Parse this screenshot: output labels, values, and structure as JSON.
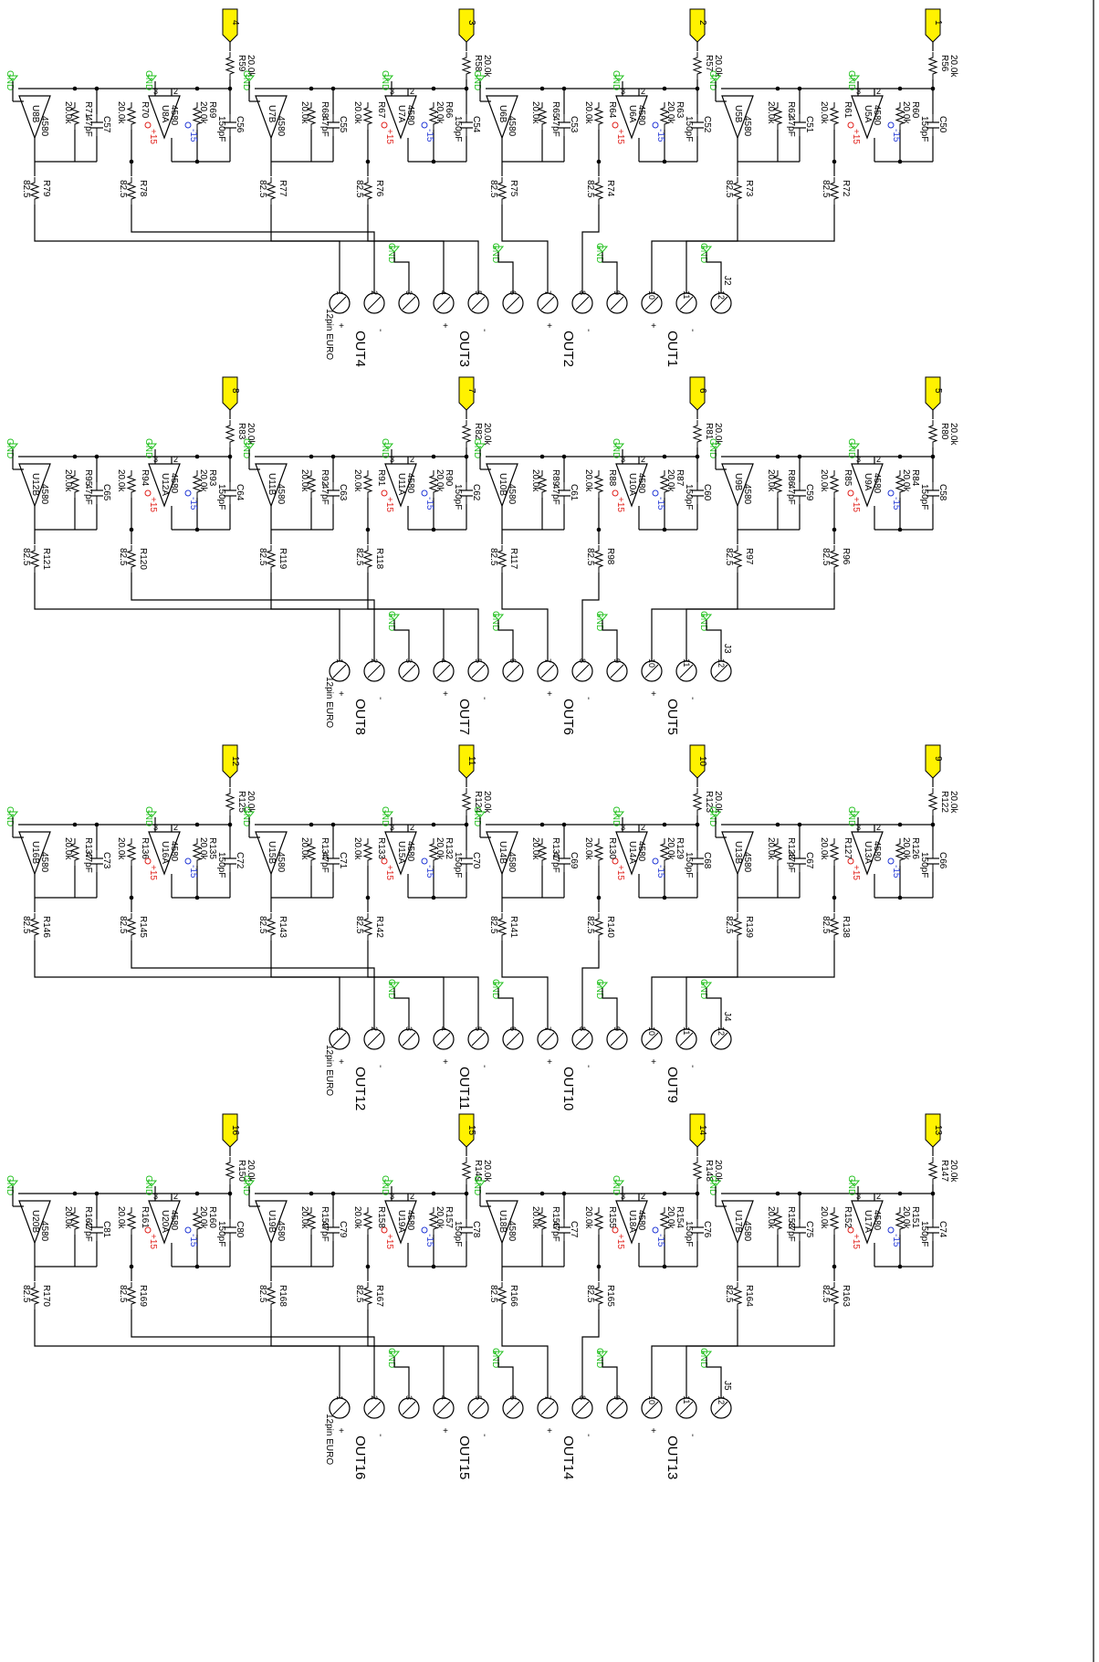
{
  "ground_label": "GND",
  "opamp_part": "4580",
  "supply_pos": "+15",
  "supply_neg": "-15",
  "cap_input": "150pF",
  "cap_feedback": "47pF",
  "res_input": "20.0k",
  "res_output": "82.5",
  "connector_type": "12pin EURO",
  "polarity_plus": "+",
  "polarity_minus": "-",
  "colors": {
    "flag": "#fff200",
    "ground": "#22c01e",
    "positive": "#e0201b",
    "negative": "#2036d6"
  },
  "pin_numbers": [
    "1",
    "2",
    "3",
    "4",
    "5",
    "6",
    "7",
    "8",
    "9",
    "10",
    "11",
    "12"
  ],
  "groups": [
    {
      "connector": "J2",
      "outputs": [
        "OUT4",
        "OUT3",
        "OUT2",
        "OUT1"
      ],
      "channels": [
        {
          "flag": "4",
          "rin": "R59",
          "ra": "R69",
          "rb": "R70",
          "rc": "R71",
          "rd": "R78",
          "re": "R79",
          "cin": "C56",
          "cfb": "C57",
          "ua": "U8A",
          "ub": "U8B"
        },
        {
          "flag": "3",
          "rin": "R58",
          "ra": "R66",
          "rb": "R67",
          "rc": "R68",
          "rd": "R76",
          "re": "R77",
          "cin": "C54",
          "cfb": "C55",
          "ua": "U7A",
          "ub": "U7B"
        },
        {
          "flag": "2",
          "rin": "R57",
          "ra": "R63",
          "rb": "R64",
          "rc": "R65",
          "rd": "R74",
          "re": "R75",
          "cin": "C52",
          "cfb": "C53",
          "ua": "U6A",
          "ub": "U6B"
        },
        {
          "flag": "1",
          "rin": "R56",
          "ra": "R60",
          "rb": "R61",
          "rc": "R62",
          "rd": "R72",
          "re": "R73",
          "cin": "C50",
          "cfb": "C51",
          "ua": "U5A",
          "ub": "U5B"
        }
      ]
    },
    {
      "connector": "J3",
      "outputs": [
        "OUT8",
        "OUT7",
        "OUT6",
        "OUT5"
      ],
      "channels": [
        {
          "flag": "8",
          "rin": "R83",
          "ra": "R93",
          "rb": "R94",
          "rc": "R95",
          "rd": "R120",
          "re": "R121",
          "cin": "C64",
          "cfb": "C65",
          "ua": "U12A",
          "ub": "U12B"
        },
        {
          "flag": "7",
          "rin": "R82",
          "ra": "R90",
          "rb": "R91",
          "rc": "R92",
          "rd": "R118",
          "re": "R119",
          "cin": "C62",
          "cfb": "C63",
          "ua": "U11A",
          "ub": "U11B"
        },
        {
          "flag": "6",
          "rin": "R81",
          "ra": "R87",
          "rb": "R88",
          "rc": "R89",
          "rd": "R98",
          "re": "R117",
          "cin": "C60",
          "cfb": "C61",
          "ua": "U10A",
          "ub": "U10B"
        },
        {
          "flag": "5",
          "rin": "R80",
          "ra": "R84",
          "rb": "R85",
          "rc": "R86",
          "rd": "R96",
          "re": "R97",
          "cin": "C58",
          "cfb": "C59",
          "ua": "U9A",
          "ub": "U9B"
        }
      ]
    },
    {
      "connector": "J4",
      "outputs": [
        "OUT12",
        "OUT11",
        "OUT10",
        "OUT9"
      ],
      "channels": [
        {
          "flag": "12",
          "rin": "R125",
          "ra": "R135",
          "rb": "R136",
          "rc": "R137",
          "rd": "R145",
          "re": "R146",
          "cin": "C72",
          "cfb": "C73",
          "ua": "U16A",
          "ub": "U16B"
        },
        {
          "flag": "11",
          "rin": "R124",
          "ra": "R132",
          "rb": "R133",
          "rc": "R134",
          "rd": "R142",
          "re": "R143",
          "cin": "C70",
          "cfb": "C71",
          "ua": "U15A",
          "ub": "U15B"
        },
        {
          "flag": "10",
          "rin": "R123",
          "ra": "R129",
          "rb": "R130",
          "rc": "R131",
          "rd": "R140",
          "re": "R141",
          "cin": "C68",
          "cfb": "C69",
          "ua": "U14A",
          "ub": "U14B"
        },
        {
          "flag": "9",
          "rin": "R122",
          "ra": "R126",
          "rb": "R127",
          "rc": "R128",
          "rd": "R138",
          "re": "R139",
          "cin": "C66",
          "cfb": "C67",
          "ua": "U13A",
          "ub": "U13B"
        }
      ]
    },
    {
      "connector": "J5",
      "outputs": [
        "OUT16",
        "OUT15",
        "OUT14",
        "OUT13"
      ],
      "channels": [
        {
          "flag": "16",
          "rin": "R150",
          "ra": "R160",
          "rb": "R161",
          "rc": "R162",
          "rd": "R169",
          "re": "R170",
          "cin": "C80",
          "cfb": "C81",
          "ua": "U20A",
          "ub": "U20B"
        },
        {
          "flag": "15",
          "rin": "R149",
          "ra": "R157",
          "rb": "R158",
          "rc": "R159",
          "rd": "R167",
          "re": "R168",
          "cin": "C78",
          "cfb": "C79",
          "ua": "U19A",
          "ub": "U19B"
        },
        {
          "flag": "14",
          "rin": "R148",
          "ra": "R154",
          "rb": "R155",
          "rc": "R156",
          "rd": "R165",
          "re": "R166",
          "cin": "C76",
          "cfb": "C77",
          "ua": "U18A",
          "ub": "U18B"
        },
        {
          "flag": "13",
          "rin": "R147",
          "ra": "R151",
          "rb": "R152",
          "rc": "R153",
          "rd": "R163",
          "re": "R164",
          "cin": "C74",
          "cfb": "C75",
          "ua": "U17A",
          "ub": "U17B"
        }
      ]
    }
  ]
}
